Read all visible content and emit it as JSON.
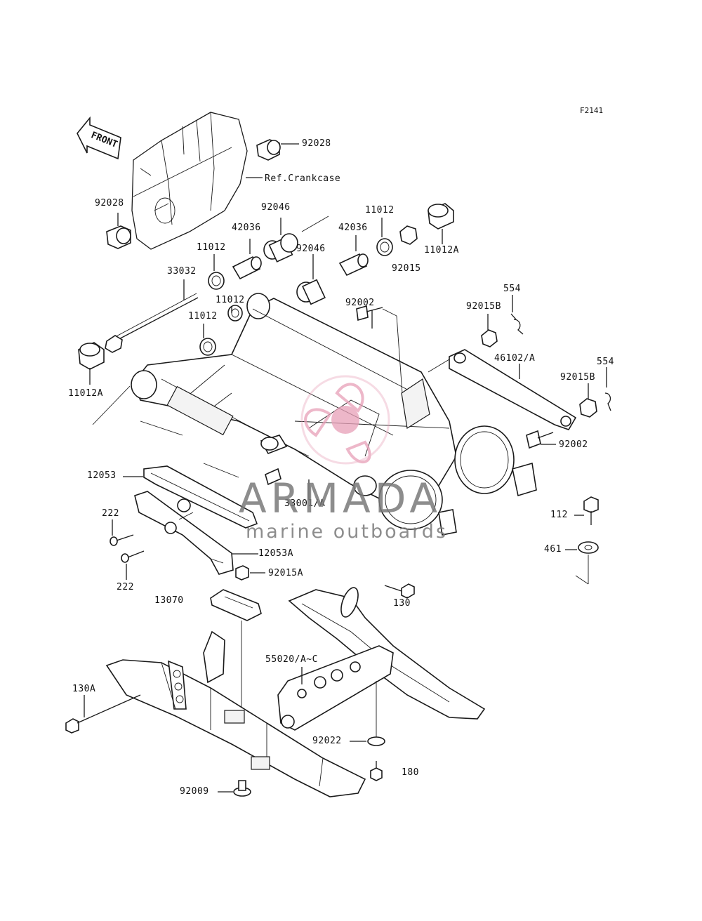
{
  "figure_number": "F2141",
  "front_arrow": "FRONT",
  "reference": "Ref.Crankcase",
  "watermark": {
    "name": "ARMADA",
    "subtitle": "marine outboards",
    "accent": "#e8a0b8"
  },
  "parts": [
    {
      "id": "92028-top",
      "label": "92028"
    },
    {
      "id": "92028-left",
      "label": "92028"
    },
    {
      "id": "92046-upper",
      "label": "92046"
    },
    {
      "id": "42036-left",
      "label": "42036"
    },
    {
      "id": "11012-top",
      "label": "11012"
    },
    {
      "id": "42036-right",
      "label": "42036"
    },
    {
      "id": "92046-lower",
      "label": "92046"
    },
    {
      "id": "11012-a",
      "label": "11012"
    },
    {
      "id": "92015",
      "label": "92015"
    },
    {
      "id": "11012A-right",
      "label": "11012A"
    },
    {
      "id": "33032",
      "label": "33032"
    },
    {
      "id": "11012-b",
      "label": "11012"
    },
    {
      "id": "11012-c",
      "label": "11012"
    },
    {
      "id": "92002-top",
      "label": "92002"
    },
    {
      "id": "554-top",
      "label": "554"
    },
    {
      "id": "92015B-top",
      "label": "92015B"
    },
    {
      "id": "46102",
      "label": "46102/A"
    },
    {
      "id": "554-right",
      "label": "554"
    },
    {
      "id": "92015B-right",
      "label": "92015B"
    },
    {
      "id": "11012A-left",
      "label": "11012A"
    },
    {
      "id": "92002-right",
      "label": "92002"
    },
    {
      "id": "12053",
      "label": "12053"
    },
    {
      "id": "33001",
      "label": "33001/A"
    },
    {
      "id": "112",
      "label": "112"
    },
    {
      "id": "222-top",
      "label": "222"
    },
    {
      "id": "12053A",
      "label": "12053A"
    },
    {
      "id": "461",
      "label": "461"
    },
    {
      "id": "222-bottom",
      "label": "222"
    },
    {
      "id": "92015A",
      "label": "92015A"
    },
    {
      "id": "13070",
      "label": "13070"
    },
    {
      "id": "130",
      "label": "130"
    },
    {
      "id": "55020",
      "label": "55020/A~C"
    },
    {
      "id": "130A",
      "label": "130A"
    },
    {
      "id": "92022",
      "label": "92022"
    },
    {
      "id": "180",
      "label": "180"
    },
    {
      "id": "92009",
      "label": "92009"
    }
  ]
}
